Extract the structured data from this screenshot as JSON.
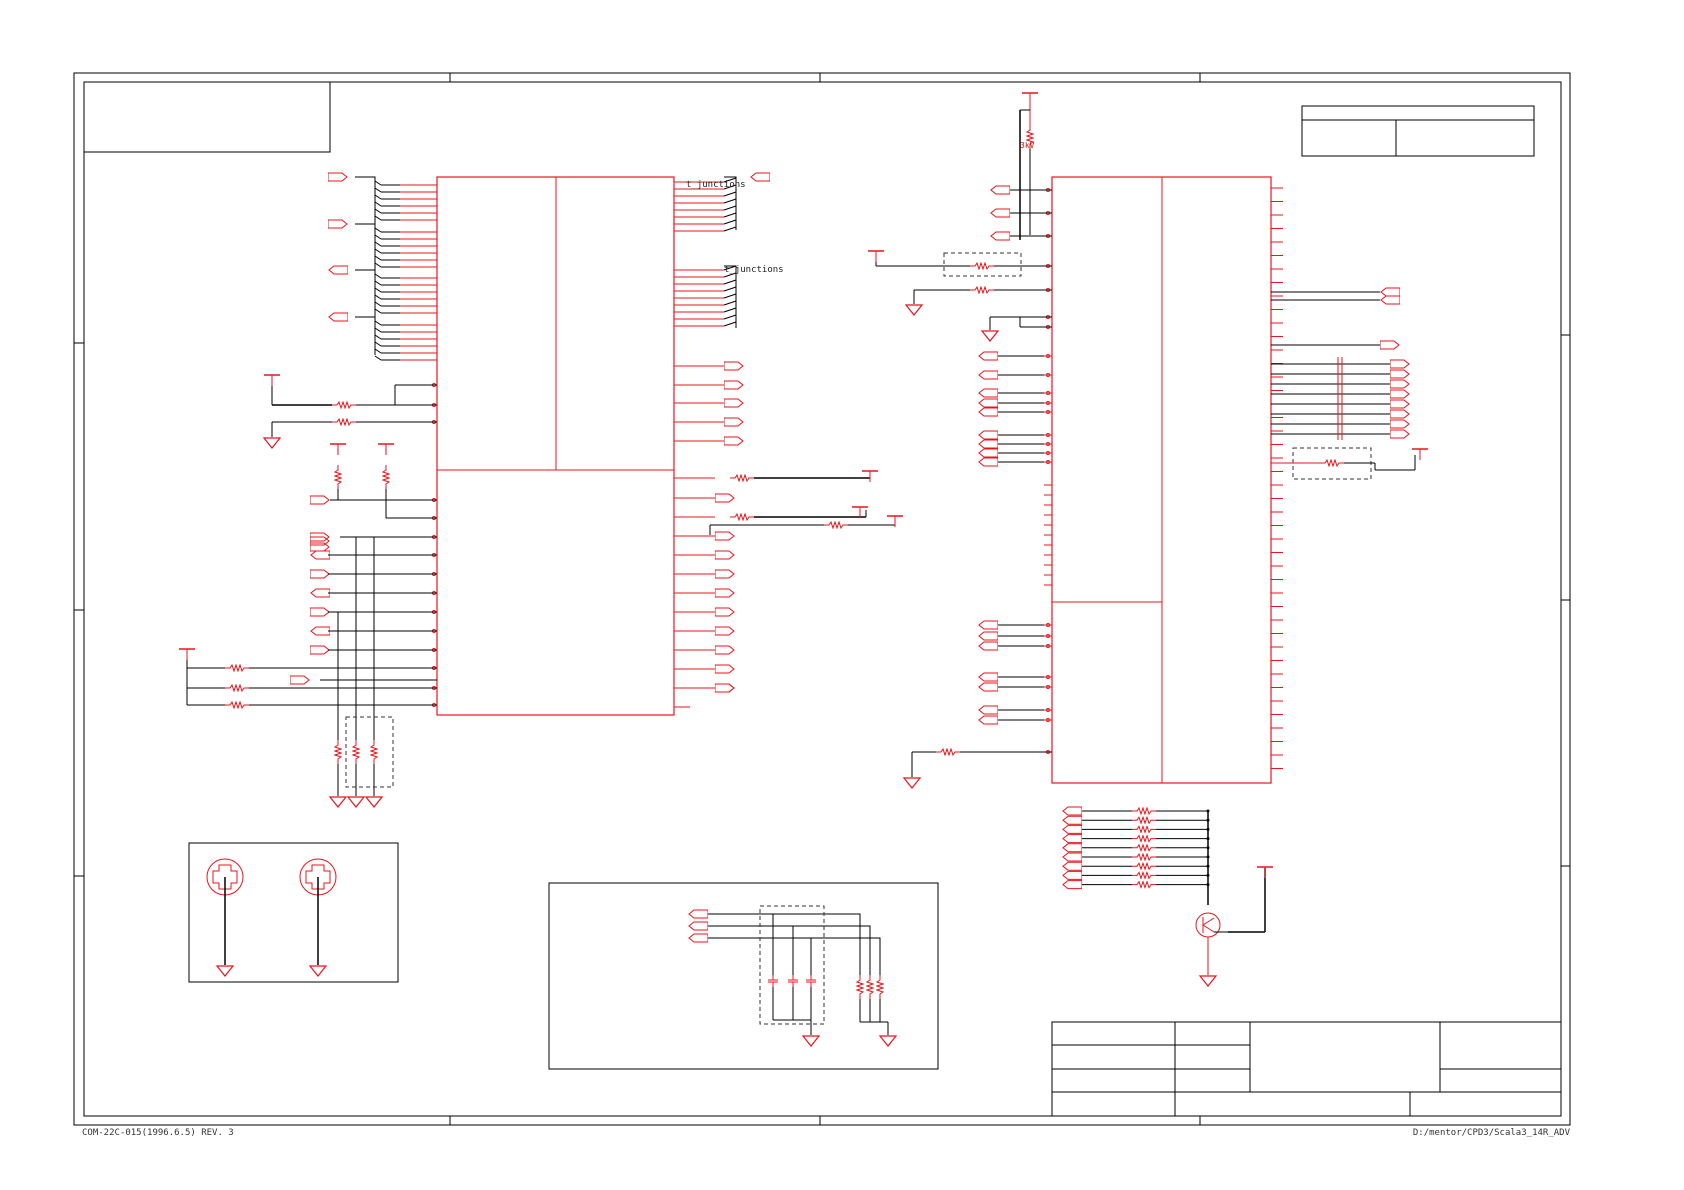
{
  "footer": {
    "form_code": "COM-22C-015(1996.6.5) REV. 3",
    "file_path": "D:/mentor/CPD3/Scala3_14R_ADV"
  },
  "annotations": {
    "left_chip_note_1": "t_junctions",
    "left_chip_note_2": "t_junctions",
    "right_res_note": "3kV"
  },
  "colors": {
    "component": "#e8141b",
    "wire": "#000000",
    "frame": "#000000",
    "text": "#333333"
  },
  "icons": {
    "ground": "ground-triangle-icon",
    "power": "power-rail-icon",
    "port": "port-flag-icon",
    "resistor": "resistor-zigzag-icon",
    "capacitor": "capacitor-icon",
    "mount_hole": "mounting-hole-icon",
    "transistor": "transistor-icon"
  }
}
